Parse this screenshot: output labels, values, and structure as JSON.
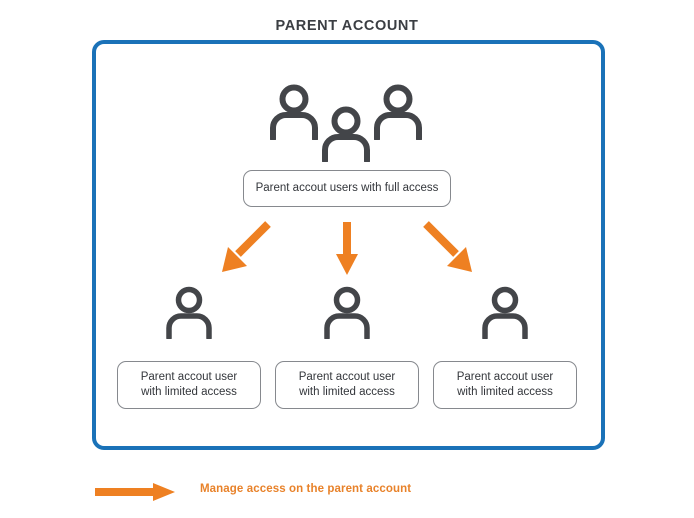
{
  "diagram": {
    "title": "PARENT ACCOUNT",
    "type": "hierarchy-diagram",
    "colors": {
      "frame_blue": "#1a72b8",
      "arrow_orange": "#ee8022",
      "icon_gray": "#434549",
      "box_border_gray": "#86898e",
      "title_gray": "#3b3e43",
      "background": "#ffffff"
    }
  },
  "top_group": {
    "icon_name": "group-of-users-icon",
    "people_icons": [
      {
        "name": "person-icon-left"
      },
      {
        "name": "person-icon-middle"
      },
      {
        "name": "person-icon-right"
      }
    ],
    "label": "Parent accout users with full access"
  },
  "arrows": [
    {
      "name": "arrow-down-left",
      "direction": "down-left"
    },
    {
      "name": "arrow-down",
      "direction": "down"
    },
    {
      "name": "arrow-down-right",
      "direction": "down-right"
    }
  ],
  "child_users": [
    {
      "icon_name": "person-icon",
      "label_line1": "Parent accout user",
      "label_line2": "with limited access"
    },
    {
      "icon_name": "person-icon",
      "label_line1": "Parent accout user",
      "label_line2": "with limited access"
    },
    {
      "icon_name": "person-icon",
      "label_line1": "Parent accout user",
      "label_line2": "with limited access"
    }
  ],
  "legend": {
    "icon_name": "arrow-right-icon",
    "text": "Manage access on the parent account"
  }
}
